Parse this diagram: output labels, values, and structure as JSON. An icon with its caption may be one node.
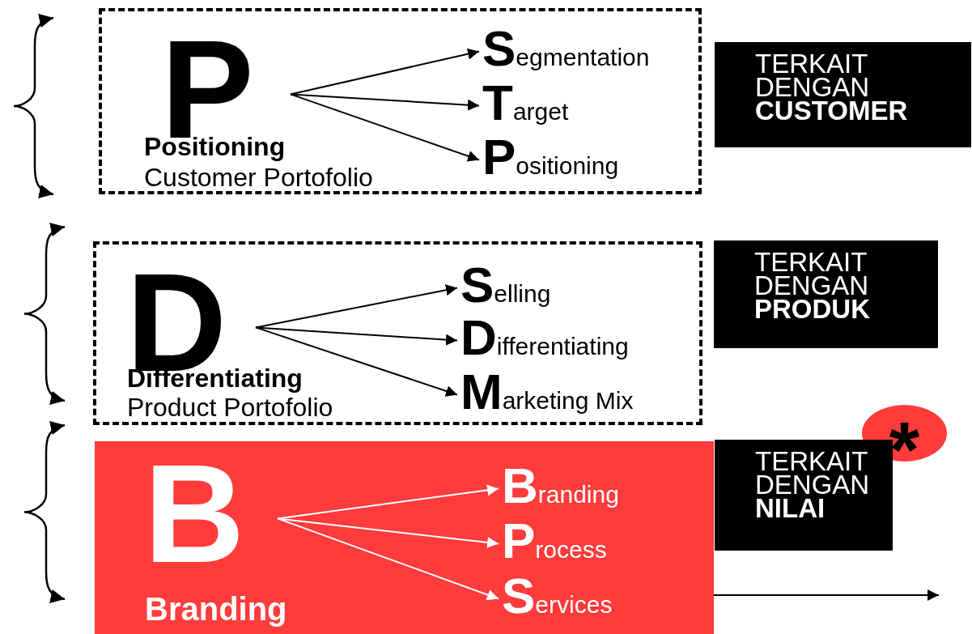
{
  "diagram": {
    "nodes": [
      {
        "text": [
          "Positioning",
          "Customer Portofolio"
        ]
      },
      {
        "text": [
          "P"
        ],
        "in": 0
      },
      {
        "text": [
          "Segmentation"
        ],
        "in": 0
      },
      {
        "text": [
          "Target"
        ],
        "in": 0
      },
      {
        "text": [
          "Positioning"
        ],
        "in": 0
      },
      {
        "text": [
          "TERKAIT DENGAN",
          "CUSTOMER"
        ]
      },
      {
        "text": [
          "Differentiating",
          "Product Portofolio"
        ]
      },
      {
        "text": [
          "D"
        ],
        "in": 6
      },
      {
        "text": [
          "Selling"
        ],
        "in": 6
      },
      {
        "text": [
          "Differentiating"
        ],
        "in": 6
      },
      {
        "text": [
          "Marketing Mix"
        ],
        "in": 6
      },
      {
        "text": [
          "TERKAIT DENGAN",
          "PRODUK"
        ]
      },
      {
        "text": [
          "Branding"
        ]
      },
      {
        "text": [
          "B"
        ],
        "in": 12
      },
      {
        "text": [
          "Branding"
        ],
        "in": 12
      },
      {
        "text": [
          "Process"
        ],
        "in": 12
      },
      {
        "text": [
          "Services"
        ],
        "in": 12
      },
      {
        "text": [
          "*"
        ]
      },
      {
        "text": [
          "TERKAIT DENGAN",
          "NILAI"
        ]
      }
    ],
    "edges": [
      {
        "from": 1,
        "to": 2,
        "arrow": "to"
      },
      {
        "from": 1,
        "to": 3,
        "arrow": "to"
      },
      {
        "from": 1,
        "to": 4,
        "arrow": "to"
      },
      {
        "from": 7,
        "to": 8,
        "arrow": "to"
      },
      {
        "from": 7,
        "to": 9,
        "arrow": "to"
      },
      {
        "from": 7,
        "to": 10,
        "arrow": "to"
      },
      {
        "from": 13,
        "to": 14,
        "arrow": "to",
        "color": "#ffffff"
      },
      {
        "from": 13,
        "to": 15,
        "arrow": "to",
        "color": "#ffffff"
      },
      {
        "from": 13,
        "to": 16,
        "arrow": "to",
        "color": "#ffffff"
      },
      {
        "from": 12,
        "to": null,
        "arrow": "to"
      }
    ]
  }
}
